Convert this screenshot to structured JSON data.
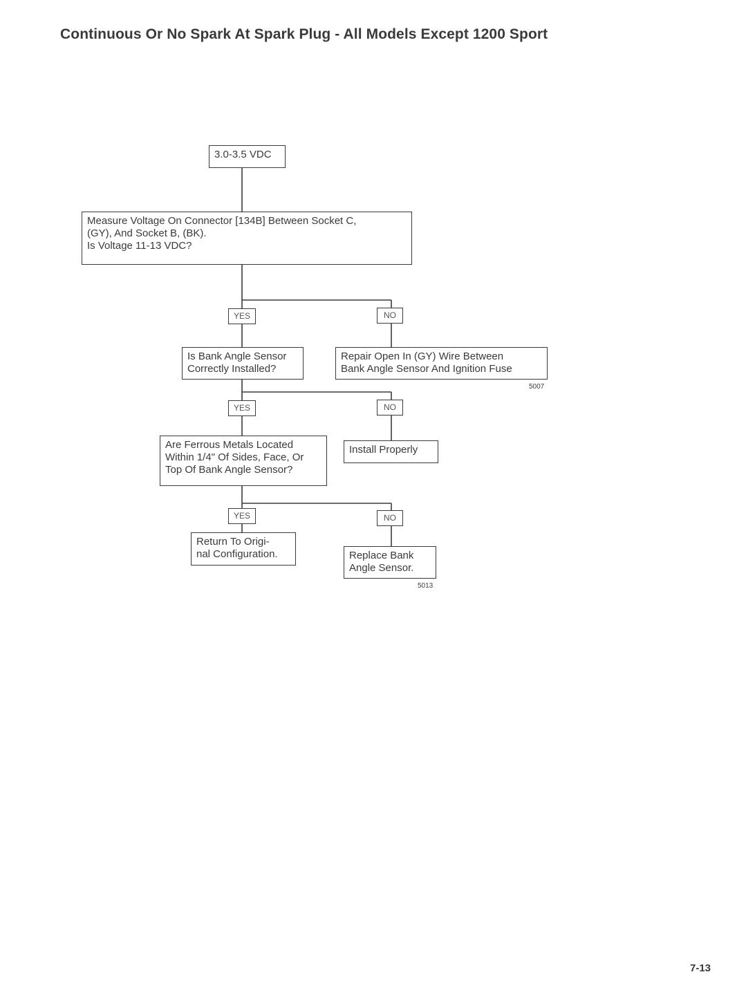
{
  "page": {
    "title": "Continuous Or No Spark At Spark Plug - All Models Except 1200 Sport",
    "page_number": "7-13"
  },
  "flowchart": {
    "start": "3.0-3.5 VDC",
    "measure": "Measure Voltage On Connector [134B] Between Socket C,\n(GY),  And Socket B, (BK).\nIs Voltage 11-13 VDC?",
    "q_bank_angle": "Is Bank Angle Sensor\nCorrectly Installed?",
    "repair_open": "Repair Open In (GY) Wire Between\nBank Angle Sensor And Ignition Fuse",
    "q_ferrous": "Are Ferrous Metals Located\nWithin 1/4\" Of Sides, Face, Or\nTop Of Bank Angle Sensor?",
    "install_properly": "Install Properly",
    "return_original": "Return To Origi-\nnal Configuration.",
    "replace_sensor": "Replace Bank\nAngle Sensor.",
    "yes_label": "YES",
    "no_label": "NO",
    "figure_1": "5007",
    "figure_2": "5013"
  }
}
